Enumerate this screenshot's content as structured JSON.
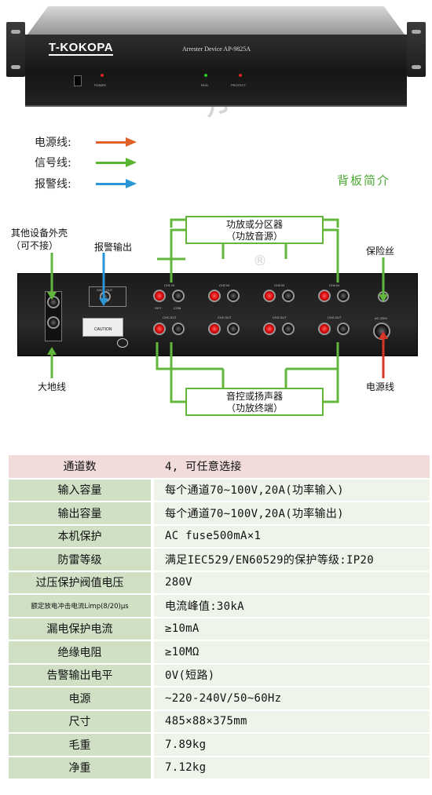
{
  "front_panel": {
    "brand": "T-KOKOPA",
    "model": "Arrester Device  AP-9825A",
    "power_label": "POWER",
    "run_label": "RUN",
    "protect_label": "PROTECT"
  },
  "legend": {
    "items": [
      {
        "label": "电源线:",
        "color": "#e0612a"
      },
      {
        "label": "信号线:",
        "color": "#5ab52e"
      },
      {
        "label": "报警线:",
        "color": "#2a96d6"
      }
    ]
  },
  "section_title": "背板简介",
  "rear_labels": {
    "chassis": "其他设备外壳",
    "chassis_note": "（可不接）",
    "alarm_out": "报警输出",
    "fuse": "保险丝",
    "ground": "大地线",
    "power_line": "电源线",
    "top_box_line1": "功放或分区器",
    "top_box_line2": "（功放音源）",
    "bottom_box_line1": "音控或扬声器",
    "bottom_box_line2": "（功放终端）"
  },
  "rear_panel": {
    "in_groups": [
      "CH1 IN",
      "CH2 IN",
      "CH3 IN",
      "CH4 IN"
    ],
    "out_groups": [
      "CH1 OUT",
      "CH2 OUT",
      "CH3 OUT",
      "CH4 OUT"
    ],
    "hot": "HOT",
    "com": "COM",
    "alarm_port": "GATE OUT",
    "caution": "CAUTION",
    "ac_label": "AC 220V"
  },
  "specs": [
    {
      "key": "通道数",
      "value": "4, 可任意选接"
    },
    {
      "key": "输入容量",
      "value": "每个通道70~100V,20A(功率输入)"
    },
    {
      "key": "输出容量",
      "value": "每个通道70~100V,20A(功率输出)"
    },
    {
      "key": "本机保护",
      "value": "AC fuse500mA×1"
    },
    {
      "key": "防雷等级",
      "value": "满足IEC529/EN60529的保护等级:IP20"
    },
    {
      "key": "过压保护阀值电压",
      "value": "280V"
    },
    {
      "key": "额定放电冲击电流Limp(8/20)μs",
      "value": "电流峰值:30kA"
    },
    {
      "key": "漏电保护电流",
      "value": "≥10mA"
    },
    {
      "key": "绝缘电阻",
      "value": "≥10MΩ"
    },
    {
      "key": "告警输出电平",
      "value": "0V(短路)"
    },
    {
      "key": "电源",
      "value": "~220-240V/50~60Hz"
    },
    {
      "key": "尺寸",
      "value": "485×88×375mm"
    },
    {
      "key": "毛重",
      "value": "7.89kg"
    },
    {
      "key": "净重",
      "value": "7.12kg"
    }
  ]
}
